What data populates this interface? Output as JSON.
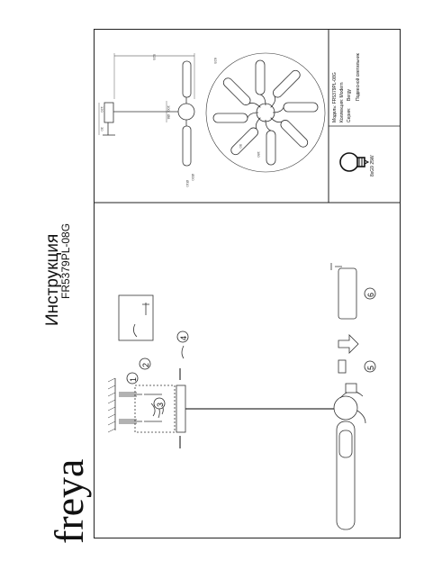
{
  "brand": "freya",
  "title": "Инструкция",
  "model": "FR5379PL-08G",
  "info": {
    "model_label": "Модель:",
    "model_value": "FR5379PL-08G",
    "collection_label": "Коллекция:",
    "collection_value": "Modern",
    "series_value": "Bergy",
    "type_label": "Серия:",
    "type_value": "Подвесной светильник"
  },
  "bulb": {
    "socket": "8xG9 25W"
  },
  "steps": [
    "1",
    "2",
    "3",
    "4",
    "5",
    "6"
  ],
  "dimensions": [
    "120",
    "30",
    "100",
    "Ø8",
    "Ø20",
    "625",
    "925",
    "50",
    "180",
    "Ø10"
  ]
}
